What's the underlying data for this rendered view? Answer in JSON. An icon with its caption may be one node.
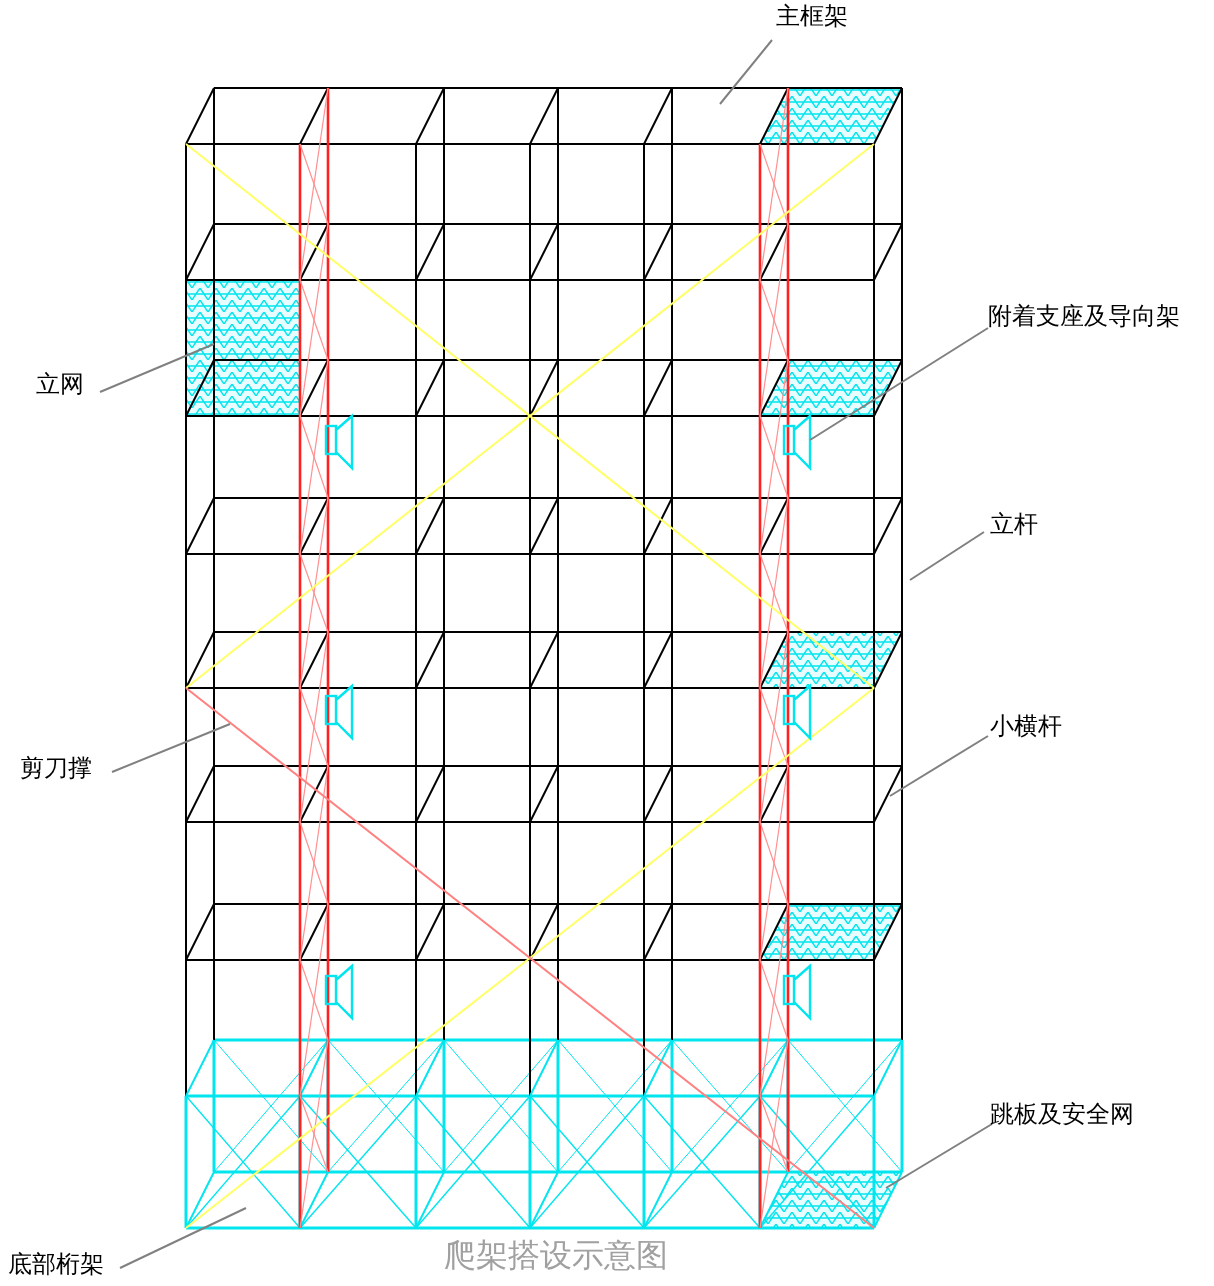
{
  "diagram": {
    "caption": "爬架搭设示意图",
    "nodes": [
      {
        "text": [
          "主框架"
        ]
      },
      {
        "text": [
          "立网"
        ]
      },
      {
        "text": [
          "附着支座及导向架"
        ]
      },
      {
        "text": [
          "立杆"
        ]
      },
      {
        "text": [
          "剪刀撑"
        ]
      },
      {
        "text": [
          "小横杆"
        ]
      },
      {
        "text": [
          "跳板及安全网"
        ]
      },
      {
        "text": [
          "底部桁架"
        ]
      }
    ],
    "edges": [
      {
        "from": 0,
        "to": null,
        "arrow": "none"
      },
      {
        "from": 1,
        "to": null,
        "arrow": "none"
      },
      {
        "from": 2,
        "to": null,
        "arrow": "none"
      },
      {
        "from": 3,
        "to": null,
        "arrow": "none"
      },
      {
        "from": 4,
        "to": null,
        "arrow": "none"
      },
      {
        "from": 5,
        "to": null,
        "arrow": "none"
      },
      {
        "from": 6,
        "to": null,
        "arrow": "none"
      },
      {
        "from": 7,
        "to": null,
        "arrow": "none"
      }
    ]
  }
}
